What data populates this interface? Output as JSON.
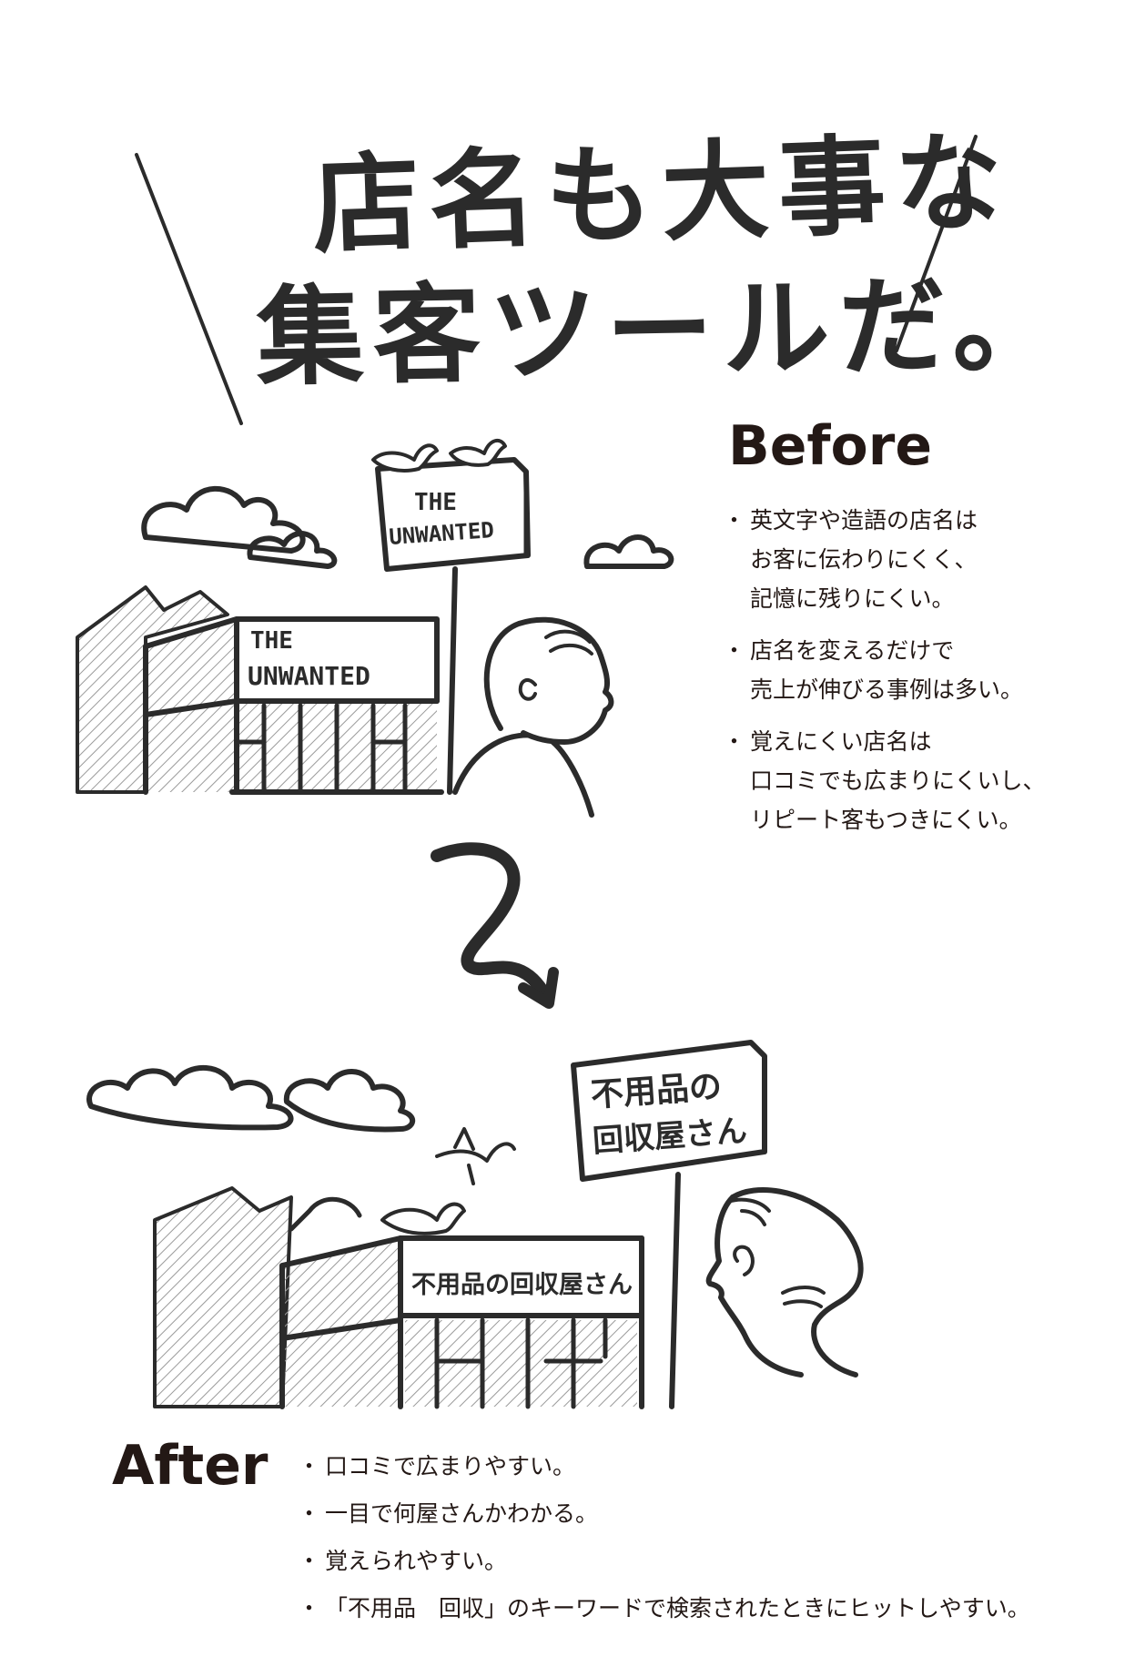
{
  "title": {
    "line1": "店名も大事な",
    "line2": "集客ツールだ。"
  },
  "before": {
    "heading": "Before",
    "sign_line1": "THE",
    "sign_line2": "UNWANTED",
    "store_line1": "THE",
    "store_line2": "UNWANTED",
    "bullets": [
      [
        "英文字や造語の店名は",
        "お客に伝わりにくく、",
        "記憶に残りにくい。"
      ],
      [
        "店名を変えるだけで",
        "売上が伸びる事例は多い。"
      ],
      [
        "覚えにくい店名は",
        "口コミでも広まりにくいし、",
        "リピート客もつきにくい。"
      ]
    ]
  },
  "after": {
    "heading": "After",
    "sign_line1": "不用品の",
    "sign_line2": "回収屋さん",
    "store_name": "不用品の回収屋さん",
    "bullets": [
      "口コミで広まりやすい。",
      "一目で何屋さんかわかる。",
      "覚えられやすい。",
      "「不用品　回収」のキーワードで検索されたときにヒットしやすい。"
    ]
  }
}
